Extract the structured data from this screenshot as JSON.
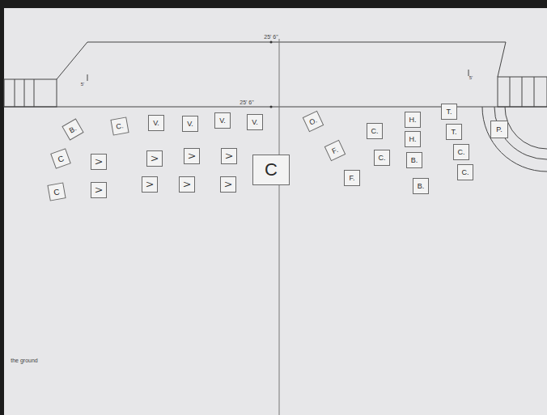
{
  "diagram": {
    "nodes": [
      {
        "text": [
          "B."
        ]
      },
      {
        "text": [
          "C."
        ]
      },
      {
        "text": [
          "V."
        ]
      },
      {
        "text": [
          "V."
        ]
      },
      {
        "text": [
          "V."
        ]
      },
      {
        "text": [
          "V."
        ]
      },
      {
        "text": [
          "O."
        ]
      },
      {
        "text": [
          "T."
        ]
      },
      {
        "text": [
          "H."
        ]
      },
      {
        "text": [
          "C."
        ]
      },
      {
        "text": [
          "T."
        ]
      },
      {
        "text": [
          "P."
        ]
      },
      {
        "text": [
          "C"
        ]
      },
      {
        "text": [
          "V"
        ]
      },
      {
        "text": [
          "V"
        ]
      },
      {
        "text": [
          "V"
        ]
      },
      {
        "text": [
          "V"
        ]
      },
      {
        "text": [
          "C"
        ]
      },
      {
        "text": [
          "F."
        ]
      },
      {
        "text": [
          "C."
        ]
      },
      {
        "text": [
          "H."
        ]
      },
      {
        "text": [
          "B."
        ]
      },
      {
        "text": [
          "C."
        ]
      },
      {
        "text": [
          "C"
        ]
      },
      {
        "text": [
          "V"
        ]
      },
      {
        "text": [
          "V"
        ]
      },
      {
        "text": [
          "V"
        ]
      },
      {
        "text": [
          "V"
        ]
      },
      {
        "text": [
          "F."
        ]
      },
      {
        "text": [
          "B."
        ]
      },
      {
        "text": [
          "C."
        ]
      }
    ],
    "labels": [
      "25' 6\"",
      "25' 6\"",
      "5'",
      "5'",
      "the ground"
    ]
  }
}
